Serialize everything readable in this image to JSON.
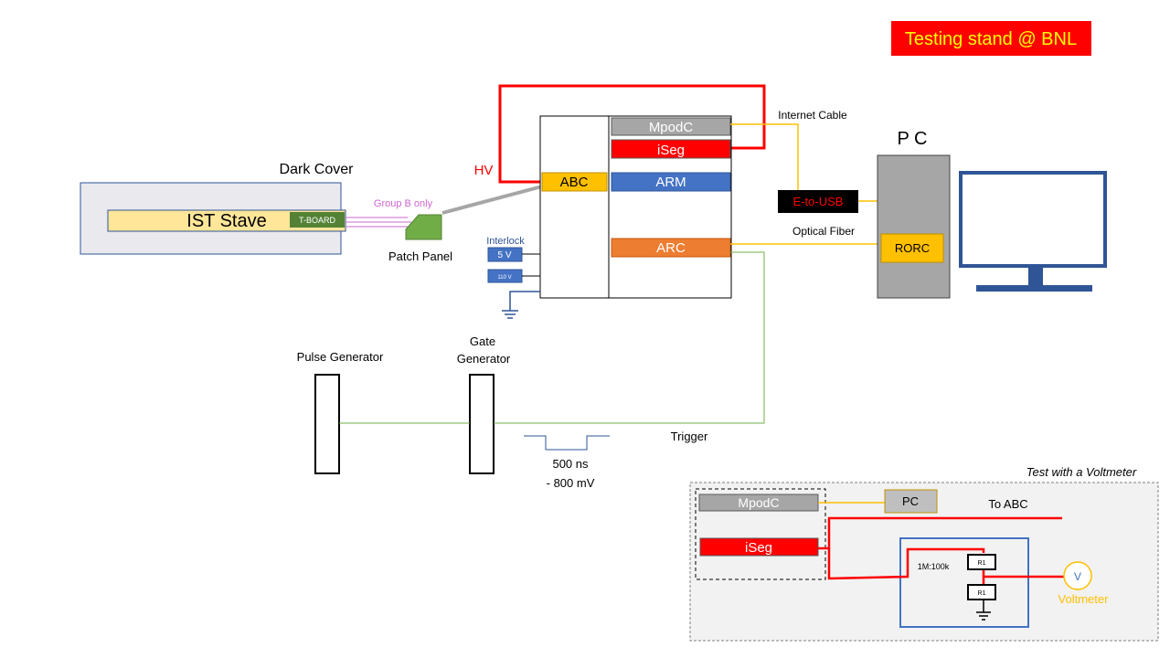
{
  "banner": {
    "title": "Testing stand @ BNL"
  },
  "stave": {
    "dark_cover": "Dark Cover",
    "stave_label": "IST Stave",
    "tboard": "T-BOARD",
    "group_b": "Group B only",
    "patch_panel": "Patch Panel"
  },
  "hv": {
    "label": "HV"
  },
  "crate": {
    "abc": "ABC",
    "mpodc": "MpodC",
    "iseg": "iSeg",
    "arm": "ARM",
    "arc": "ARC"
  },
  "interlock": {
    "title": "Interlock",
    "v5": "5 V",
    "v110": "110 V"
  },
  "pc": {
    "title": "P C",
    "rorc": "RORC",
    "e_to_usb": "E-to-USB",
    "internet": "Internet Cable",
    "optical": "Optical Fiber"
  },
  "generators": {
    "pulse": "Pulse Generator",
    "gate_line1": "Gate",
    "gate_line2": "Generator",
    "trigger": "Trigger",
    "width": "500 ns",
    "amplitude": "- 800 mV"
  },
  "inset": {
    "title": "Test with a Voltmeter",
    "mpodc": "MpodC",
    "iseg": "iSeg",
    "pc": "PC",
    "to_abc": "To ABC",
    "ratio": "1M:100k",
    "r_top": "R1",
    "r_bot": "R1",
    "v": "V",
    "voltmeter": "Voltmeter"
  },
  "colors": {
    "red": "#ff0000",
    "yellow_text": "#ffff00",
    "abc_orange": "#ffc000",
    "gray": "#a6a6a6",
    "blue": "#4472c4",
    "arc_orange": "#ed7d31",
    "green": "#70ad47",
    "cable_yellow": "#ffc000",
    "purple": "#cc66cc",
    "dark_blue": "#2f5597"
  }
}
